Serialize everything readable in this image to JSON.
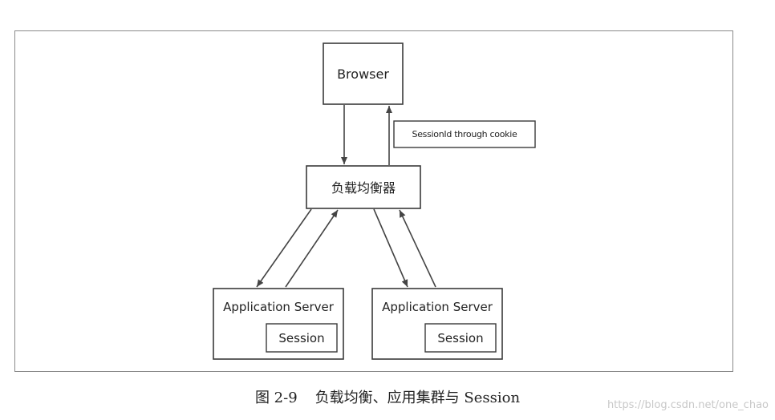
{
  "nodes": {
    "browser": "Browser",
    "load_balancer": "负载均衡器",
    "session_note": "SessionId through cookie",
    "app_server_1": "Application Server",
    "session_1": "Session",
    "app_server_2": "Application Server",
    "session_2": "Session"
  },
  "caption": {
    "figure_number": "图 2-9",
    "text": "负载均衡、应用集群与 Session"
  },
  "watermark": "https://blog.csdn.net/one_chao",
  "colors": {
    "stroke": "#3a3a3a",
    "text": "#222222",
    "frame": "#8a8a8a",
    "watermark": "#c8c8c8"
  }
}
